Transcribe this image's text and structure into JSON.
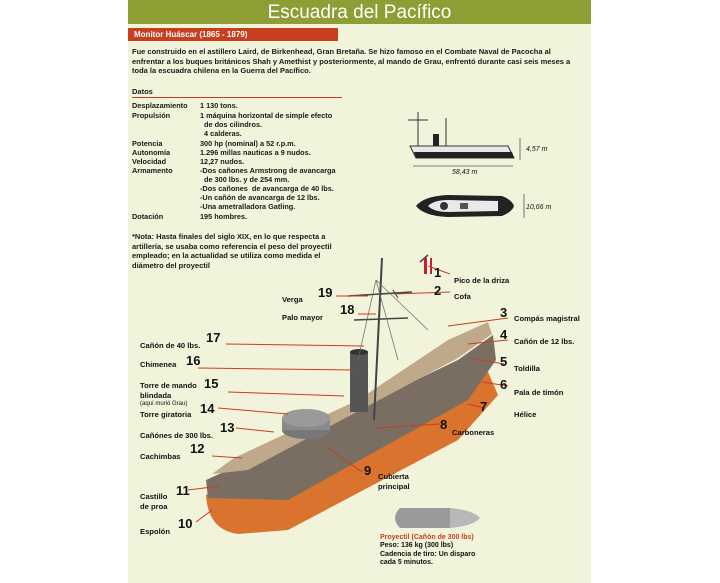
{
  "title": "Escuadra del Pacífico",
  "subtitle": "Monitor Huáscar (1865 - 1879)",
  "intro": "Fue construido en el astillero Laird, de Birkenhead, Gran Bretaña. Se hizo famoso en el Combate Naval de Pacocha al enfrentar a los buques británicos Shah y Amethist y posteriormente, al mando de Grau, enfrentó durante casi seis meses a toda la escuadra chilena en la Guerra del Pacífico.",
  "datos_heading": "Datos",
  "datos": [
    {
      "label": "Desplazamiento",
      "lines": [
        "1 130 tons."
      ]
    },
    {
      "label": "Propulsión",
      "lines": [
        "1 máquina horizontal de simple efecto",
        "  de dos cilindros.",
        "  4 calderas."
      ]
    },
    {
      "label": "Potencia",
      "lines": [
        "300 hp (nominal) a 52 r.p.m."
      ]
    },
    {
      "label": "Autonomía",
      "lines": [
        "1.296 millas nauticas a 9 nudos."
      ]
    },
    {
      "label": "Velocidad",
      "lines": [
        "12,27 nudos."
      ]
    },
    {
      "label": "Armamento",
      "lines": [
        "-Dos cañones Armstrong de avancarga",
        "  de 300 lbs. y de 254 mm.",
        "-Dos cañones  de avancarga de 40 lbs.",
        "-Un cañón de avancarga de 12 lbs.",
        "-Una ametralladora Gatling."
      ]
    },
    {
      "label": "Dotación",
      "lines": [
        "195 hombres."
      ]
    }
  ],
  "nota": "*Nota: Hasta finales del siglo XIX, en lo que respecta a artillería, se usaba como referencia el peso del proyectil empleado; en la actualidad se utiliza como medida el diámetro del proyectil",
  "dimensions": {
    "length": "58,43 m",
    "height": "4,57 m",
    "beam": "10,66 m"
  },
  "parts": [
    {
      "n": "1",
      "label": "Pico de la driza"
    },
    {
      "n": "2",
      "label": "Cofa"
    },
    {
      "n": "3",
      "label": "Compás magistral"
    },
    {
      "n": "4",
      "label": "Cañón de 12 lbs."
    },
    {
      "n": "5",
      "label": "Toldilla"
    },
    {
      "n": "6",
      "label": "Pala de timón"
    },
    {
      "n": "7",
      "label": "Hélice"
    },
    {
      "n": "8",
      "label": "Carboneras"
    },
    {
      "n": "9",
      "label": "Cubierta\nprincipal"
    },
    {
      "n": "10",
      "label": "Espolón"
    },
    {
      "n": "11",
      "label": "Castillo\nde proa"
    },
    {
      "n": "12",
      "label": "Cachimbas"
    },
    {
      "n": "13",
      "label": "Cañónes de 300 lbs."
    },
    {
      "n": "14",
      "label": "Torre giratoria"
    },
    {
      "n": "15",
      "label": "Torre de mando\nblindada"
    },
    {
      "n": "16",
      "label": "Chimenea"
    },
    {
      "n": "17",
      "label": "Cañón de 40 lbs."
    },
    {
      "n": "18",
      "label": "Palo mayor"
    },
    {
      "n": "19",
      "label": "Verga"
    }
  ],
  "grau_note": "(aquí murió Grau)",
  "projectile": {
    "title": "Proyectil (Cañón de 300 lbs)",
    "lines": [
      "Peso: 136 kg (300 lbs)",
      "Cadencia de tiro: Un disparo",
      "cada 5 minutos."
    ]
  },
  "colors": {
    "banner": "#8e9e35",
    "accent": "#c73f1f",
    "background": "#f1f3db",
    "hull": "#d9732e"
  }
}
